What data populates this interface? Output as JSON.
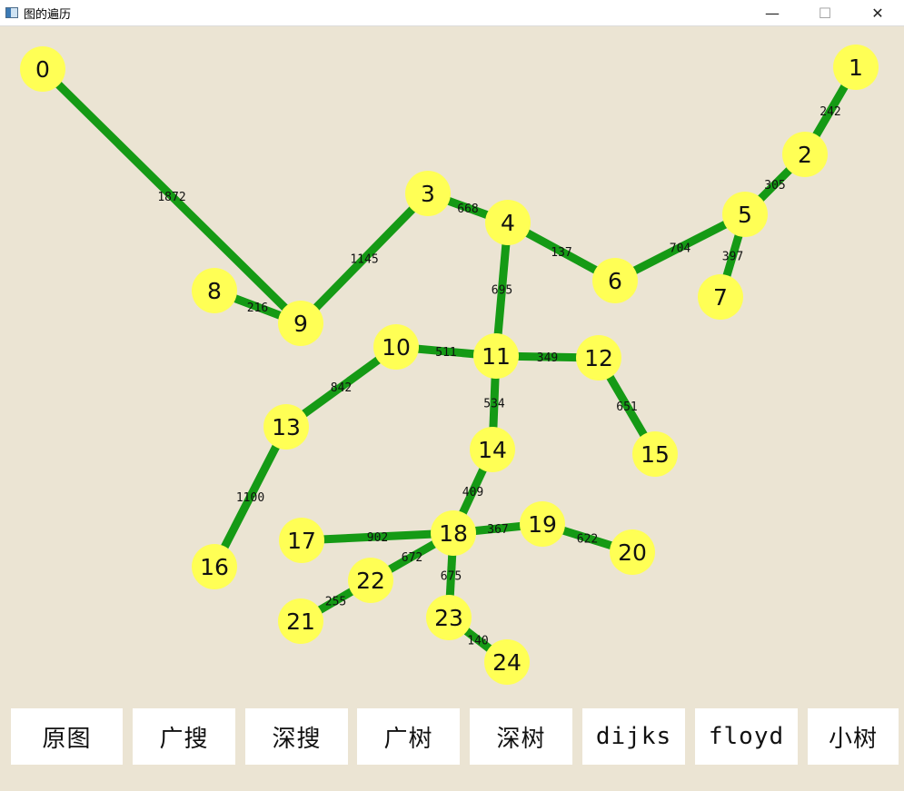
{
  "window": {
    "title": "图的遍历",
    "controls": [
      "—",
      "☐",
      "✕"
    ]
  },
  "graph": {
    "edge_color": "#159a15",
    "node_color": "#ffff55",
    "background": "#ebe4d3",
    "nodes": [
      {
        "id": "0"
      },
      {
        "id": "1"
      },
      {
        "id": "2"
      },
      {
        "id": "3"
      },
      {
        "id": "4"
      },
      {
        "id": "5"
      },
      {
        "id": "6"
      },
      {
        "id": "7"
      },
      {
        "id": "8"
      },
      {
        "id": "9"
      },
      {
        "id": "10"
      },
      {
        "id": "11"
      },
      {
        "id": "12"
      },
      {
        "id": "13"
      },
      {
        "id": "14"
      },
      {
        "id": "15"
      },
      {
        "id": "16"
      },
      {
        "id": "17"
      },
      {
        "id": "18"
      },
      {
        "id": "19"
      },
      {
        "id": "20"
      },
      {
        "id": "21"
      },
      {
        "id": "22"
      },
      {
        "id": "23"
      },
      {
        "id": "24"
      }
    ],
    "edges": [
      {
        "from": "0",
        "to": "9",
        "weight": "1872"
      },
      {
        "from": "1",
        "to": "2",
        "weight": "242"
      },
      {
        "from": "2",
        "to": "5",
        "weight": "305"
      },
      {
        "from": "3",
        "to": "4",
        "weight": "668"
      },
      {
        "from": "3",
        "to": "9",
        "weight": "1145"
      },
      {
        "from": "4",
        "to": "6",
        "weight": "137"
      },
      {
        "from": "4",
        "to": "11",
        "weight": "695"
      },
      {
        "from": "5",
        "to": "6",
        "weight": "704"
      },
      {
        "from": "5",
        "to": "7",
        "weight": "397"
      },
      {
        "from": "8",
        "to": "9",
        "weight": "216"
      },
      {
        "from": "10",
        "to": "11",
        "weight": "511"
      },
      {
        "from": "11",
        "to": "12",
        "weight": "349"
      },
      {
        "from": "10",
        "to": "13",
        "weight": "842"
      },
      {
        "from": "11",
        "to": "14",
        "weight": "534"
      },
      {
        "from": "12",
        "to": "15",
        "weight": "651"
      },
      {
        "from": "13",
        "to": "16",
        "weight": "1100"
      },
      {
        "from": "14",
        "to": "18",
        "weight": "409"
      },
      {
        "from": "17",
        "to": "18",
        "weight": "902"
      },
      {
        "from": "18",
        "to": "19",
        "weight": "367"
      },
      {
        "from": "19",
        "to": "20",
        "weight": "622"
      },
      {
        "from": "18",
        "to": "22",
        "weight": "672"
      },
      {
        "from": "18",
        "to": "23",
        "weight": "675"
      },
      {
        "from": "21",
        "to": "22",
        "weight": "255"
      },
      {
        "from": "23",
        "to": "24",
        "weight": "140"
      }
    ]
  },
  "buttons": [
    {
      "label": "原图"
    },
    {
      "label": "广搜"
    },
    {
      "label": "深搜"
    },
    {
      "label": "广树"
    },
    {
      "label": "深树"
    },
    {
      "label": "dijks"
    },
    {
      "label": "floyd"
    },
    {
      "label": "小树"
    }
  ]
}
